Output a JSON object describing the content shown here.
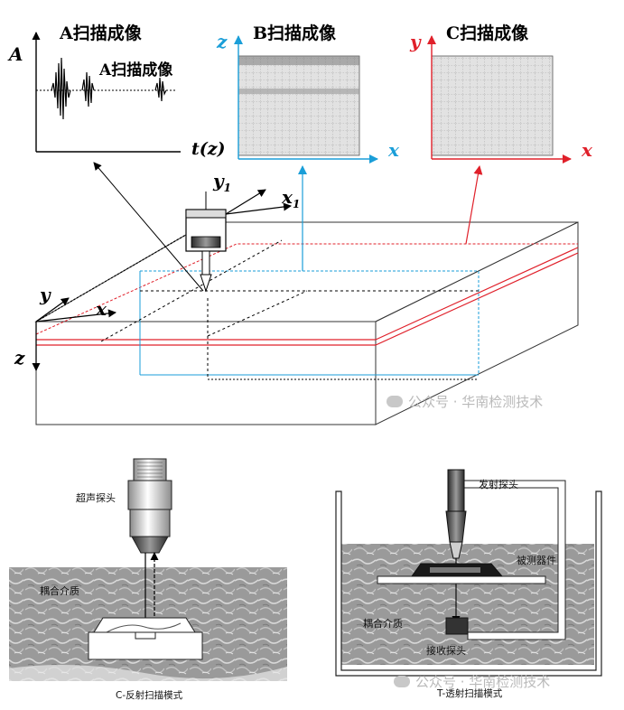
{
  "top_diagram": {
    "ascan": {
      "title": "A扫描成像",
      "inner_title": "A扫描成像",
      "y_axis": "A",
      "x_axis": "t(z)"
    },
    "bscan": {
      "title": "B扫描成像",
      "y_axis": "z",
      "x_axis": "x"
    },
    "cscan": {
      "title": "C扫描成像",
      "y_axis": "y",
      "x_axis": "x"
    },
    "probe_axes": {
      "y1": "y",
      "y1_sub": "1",
      "x1": "x",
      "x1_sub": "1"
    },
    "block_axes": {
      "y": "y",
      "x": "x",
      "z": "z"
    },
    "colors": {
      "bscan_axis": "#1a9ed8",
      "cscan_axis": "#e0202a"
    }
  },
  "watermark": {
    "text": "公众号 · 华南检测技术"
  },
  "c_mode": {
    "probe_label": "超声探头",
    "medium_label": "耦合介质",
    "caption": "C-反射扫描模式"
  },
  "t_mode": {
    "emit_label": "发射探头",
    "device_label": "被测器件",
    "medium_label": "耦合介质",
    "receive_label": "接收探头",
    "caption": "T-透射扫描模式"
  }
}
